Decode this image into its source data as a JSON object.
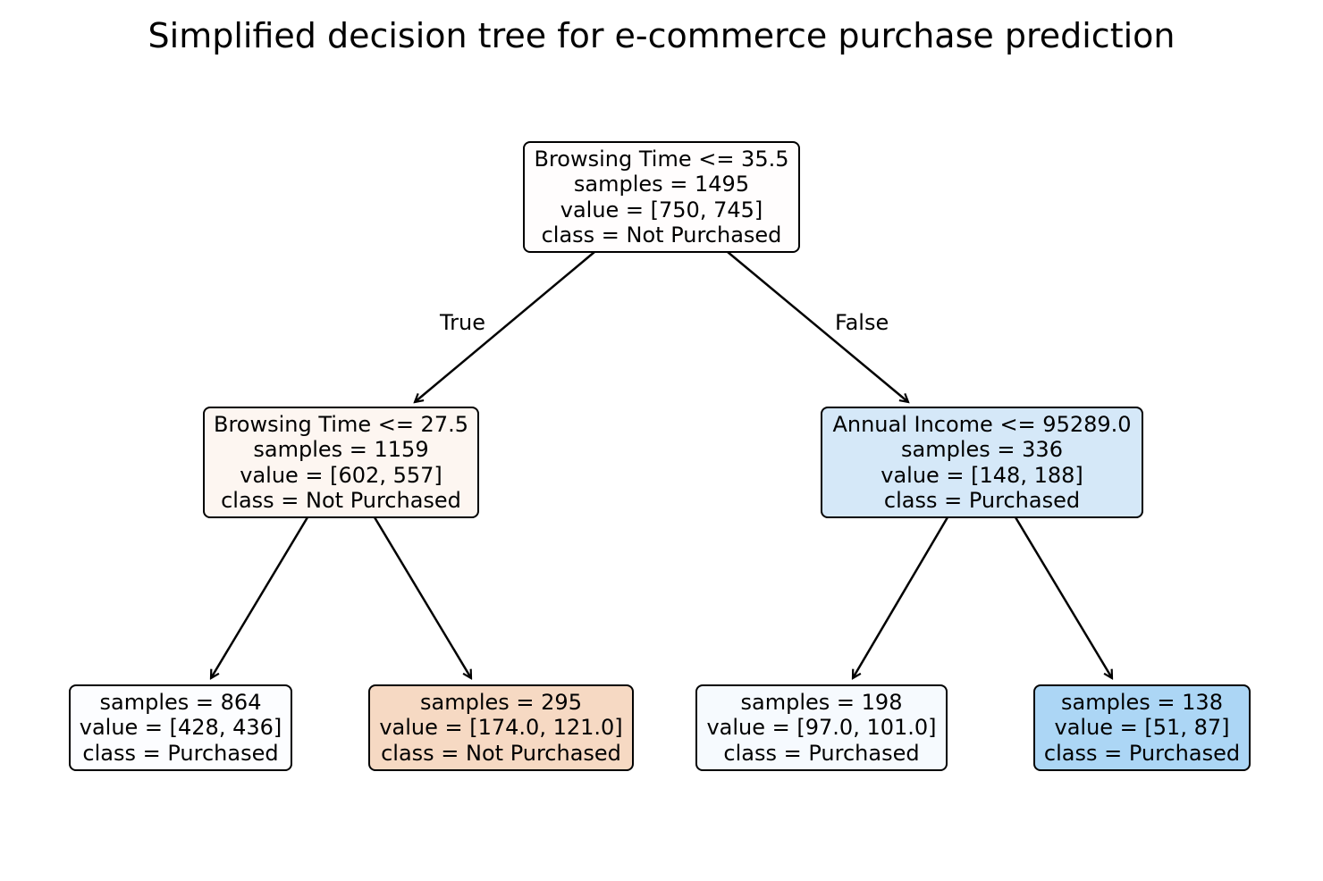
{
  "title": "Simplified decision tree for e-commerce purchase prediction",
  "edge_labels": {
    "true": "True",
    "false": "False"
  },
  "nodes": {
    "root": {
      "condition": "Browsing Time <= 35.5",
      "samples": "samples = 1495",
      "value": "value = [750, 745]",
      "class": "class = Not Purchased",
      "fill": "#fffdfd"
    },
    "left": {
      "condition": "Browsing Time <= 27.5",
      "samples": "samples = 1159",
      "value": "value = [602, 557]",
      "class": "class = Not Purchased",
      "fill": "#fdf6f1"
    },
    "right": {
      "condition": "Annual Income <= 95289.0",
      "samples": "samples = 336",
      "value": "value = [148, 188]",
      "class": "class = Purchased",
      "fill": "#d5e8f8"
    },
    "ll": {
      "samples": "samples = 864",
      "value": "value = [428, 436]",
      "class": "class = Purchased",
      "fill": "#fcfdff"
    },
    "lr": {
      "samples": "samples = 295",
      "value": "value = [174.0, 121.0]",
      "class": "class = Not Purchased",
      "fill": "#f6d9c3"
    },
    "rl": {
      "samples": "samples = 198",
      "value": "value = [97.0, 101.0]",
      "class": "class = Purchased",
      "fill": "#f6fafe"
    },
    "rr": {
      "samples": "samples = 138",
      "value": "value = [51, 87]",
      "class": "class = Purchased",
      "fill": "#acd6f5"
    }
  }
}
